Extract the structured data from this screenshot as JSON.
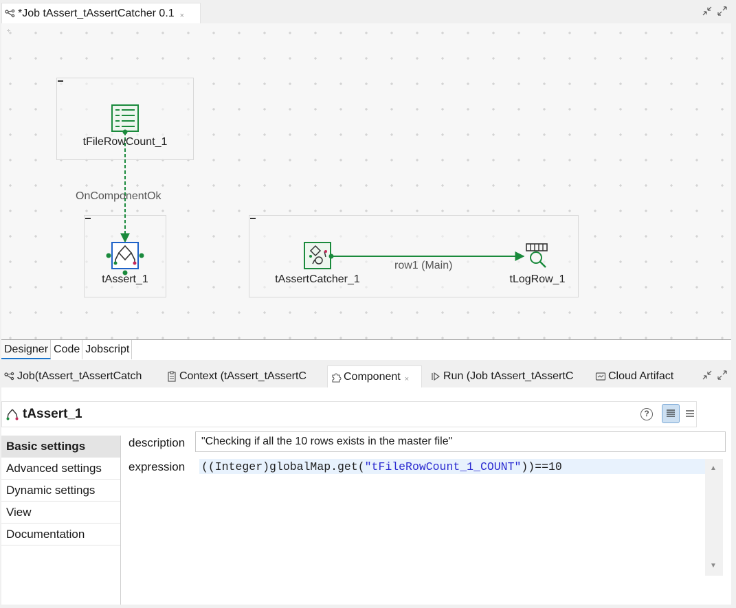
{
  "editor": {
    "tab_title": "*Job tAssert_tAssertCatcher 0.1",
    "close_glyph": "×"
  },
  "canvas": {
    "components": [
      {
        "id": "tFileRowCount_1",
        "label": "tFileRowCount_1",
        "icon": "file-row-count-icon"
      },
      {
        "id": "tAssert_1",
        "label": "tAssert_1",
        "icon": "assert-icon"
      },
      {
        "id": "tAssertCatcher_1",
        "label": "tAssertCatcher_1",
        "icon": "assert-catcher-icon"
      },
      {
        "id": "tLogRow_1",
        "label": "tLogRow_1",
        "icon": "log-row-icon"
      }
    ],
    "connections": [
      {
        "label": "OnComponentOk",
        "type": "trigger"
      },
      {
        "label": "row1 (Main)",
        "type": "main"
      }
    ],
    "colors": {
      "connection": "#1a8a3c",
      "selection": "#1e62c8"
    }
  },
  "designer_tabs": [
    "Designer",
    "Code",
    "Jobscript"
  ],
  "view_tabs": [
    {
      "label": "Job(tAssert_tAssertCatch",
      "icon": "job-icon"
    },
    {
      "label": "Context (tAssert_tAssertC",
      "icon": "context-icon"
    },
    {
      "label": "Component",
      "icon": "puzzle-icon",
      "active": true
    },
    {
      "label": "Run (Job tAssert_tAssertC",
      "icon": "run-icon"
    },
    {
      "label": "Cloud Artifact",
      "icon": "cloud-artifact-icon"
    }
  ],
  "component_view": {
    "title": "tAssert_1",
    "help_glyph": "?",
    "nav": [
      "Basic settings",
      "Advanced settings",
      "Dynamic settings",
      "View",
      "Documentation"
    ],
    "fields": {
      "description_label": "description",
      "description_value": "\"Checking if all the 10 rows exists in the master file\"",
      "expression_label": "expression",
      "expression_pre": "((Integer)globalMap.get(",
      "expression_str": "\"tFileRowCount_1_COUNT\"",
      "expression_post": "))==10"
    }
  }
}
